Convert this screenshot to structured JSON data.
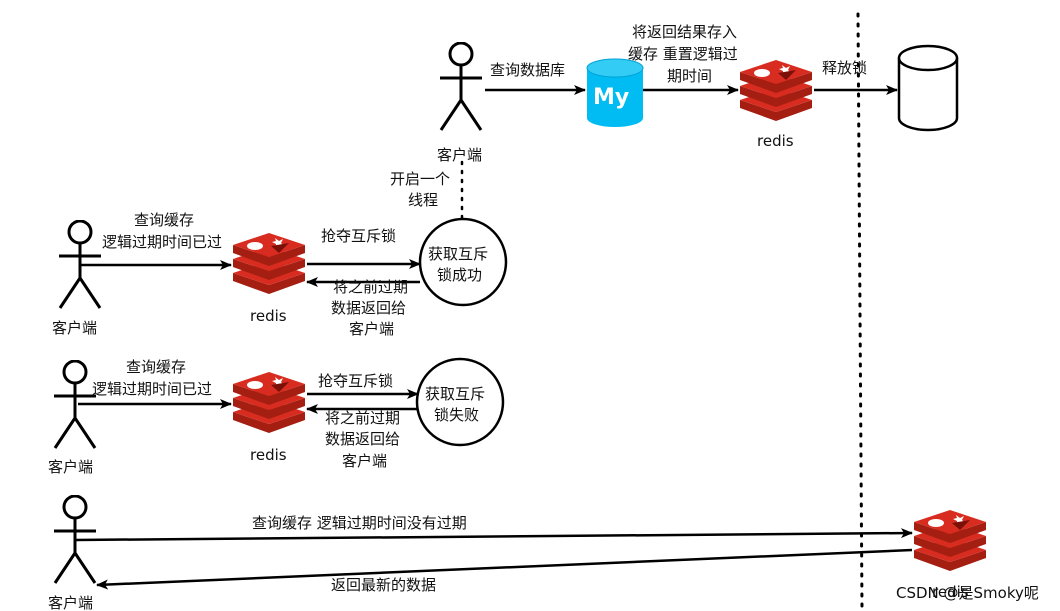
{
  "actors": {
    "client": "客户端"
  },
  "labels": {
    "query_db": "查询数据库",
    "store_cache_line1": "将返回结果存入",
    "store_cache_line2": "缓存 重置逻辑过",
    "store_cache_line3": "期时间",
    "release_lock": "释放锁",
    "start_thread_line1": "开启一个",
    "start_thread_line2": "线程",
    "query_cache": "查询缓存",
    "logic_expired": "逻辑过期时间已过",
    "grab_lock": "抢夺互斥锁",
    "return_old_line1": "将之前过期",
    "return_old_line2": "数据返回给",
    "return_old_line3": "客户端",
    "lock_success_line1": "获取互斥",
    "lock_success_line2": "锁成功",
    "lock_fail_line1": "获取互斥",
    "lock_fail_line2": "锁失败",
    "query_cache_not_expired": "查询缓存 逻辑过期时间没有过期",
    "return_latest": "返回最新的数据"
  },
  "nodes": {
    "redis": "redis",
    "mysql": "My"
  },
  "watermark": "CSDN @是Smoky呢",
  "colors": {
    "redis_red": "#d82c20",
    "redis_dark": "#a41e11",
    "mysql_blue": "#00bcf2",
    "line": "#000000"
  }
}
